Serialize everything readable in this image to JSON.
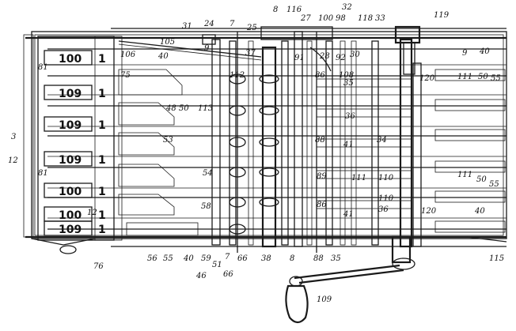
{
  "drawing": {
    "type": "patent mechanical drawing",
    "subject": "adding machine mechanism, plan view"
  },
  "dial_rows": [
    {
      "digits": "100",
      "end_digit": "1"
    },
    {
      "digits": "109",
      "end_digit": "1"
    },
    {
      "digits": "109",
      "end_digit": "1"
    },
    {
      "digits": "109",
      "end_digit": "1"
    },
    {
      "digits": "100",
      "end_digit": "1"
    },
    {
      "digits": "100",
      "end_digit": "1"
    },
    {
      "digits": "109",
      "end_digit": "1"
    }
  ],
  "labels": {
    "l8_top": "8",
    "l116": "116",
    "l27": "27",
    "l32": "32",
    "l100": "100",
    "l98": "98",
    "l118": "118",
    "l33": "33",
    "l119": "119",
    "l24": "24",
    "l31": "31",
    "l7_top": "7",
    "l25": "25",
    "l105": "105",
    "l106": "106",
    "l40_a": "40",
    "l9_left": "9",
    "l37": "37",
    "l91": "91",
    "l28": "28",
    "l92": "92",
    "l30": "30",
    "l9_right": "9",
    "l40_b": "40",
    "l81_a": "81",
    "l112": "112",
    "l75": "75",
    "l86_a": "86",
    "l108": "108",
    "l35_a": "35",
    "l120_a": "120",
    "l111_a": "111",
    "l50_a": "50",
    "l55_a": "55",
    "l48": "48",
    "l50_b": "50",
    "l113": "113",
    "l53": "53",
    "l36_a": "36",
    "l3": "3",
    "l34": "34",
    "l12": "12",
    "l88": "88",
    "l41_a": "41",
    "l81_b": "81",
    "l54": "54",
    "l89": "89",
    "l111_b": "111",
    "l110_a": "110",
    "l111_c": "111",
    "l50_c": "50",
    "l55_b": "55",
    "l86_b": "86",
    "l36_b": "36",
    "l120_b": "120",
    "l40_c": "40",
    "l58": "58",
    "l41_b": "41",
    "l110_b": "110",
    "l12_b": "12",
    "l56": "56",
    "l55_c": "55",
    "l40_d": "40",
    "l59": "59",
    "l51": "51",
    "l7_bot": "7",
    "l66_a": "66",
    "l38": "38",
    "l8_bot": "8",
    "l88_b": "88",
    "l35_b": "35",
    "l46": "46",
    "l66_b": "66",
    "l76": "76",
    "l115": "115",
    "l109": "109"
  }
}
